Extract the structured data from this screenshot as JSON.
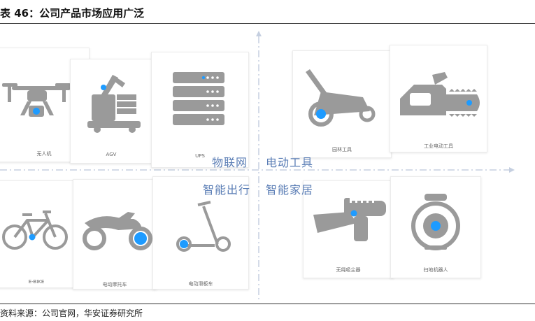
{
  "header": {
    "title": "表 46：公司产品市场应用广泛"
  },
  "quadrants": {
    "iot": "物联网",
    "power_tools": "电动工具",
    "mobility": "智能出行",
    "home": "智能家居"
  },
  "products": {
    "drone": "无人机",
    "agv": "AGV",
    "ups": "UPS",
    "lawn_mower": "园林工具",
    "chainsaw": "工业电动工具",
    "ebike": "E-BIKE",
    "motorcycle": "电动摩托车",
    "scooter": "电动滑板车",
    "vacuum": "无绳吸尘器",
    "robot_vacuum": "扫地机器人"
  },
  "footer": {
    "source": "资料来源：公司官网，华安证券研究所"
  },
  "colors": {
    "accent": "#1e9bff",
    "icon_gray": "#9a9a9a",
    "axis": "#c5cfe0",
    "label": "#5a7db5"
  },
  "icons": {
    "drone": "drone-icon",
    "agv": "agv-robot-icon",
    "ups": "server-rack-icon",
    "lawn_mower": "lawn-mower-icon",
    "chainsaw": "chainsaw-icon",
    "ebike": "bicycle-icon",
    "motorcycle": "motorcycle-icon",
    "scooter": "scooter-icon",
    "vacuum": "handheld-vacuum-icon",
    "robot_vacuum": "robot-vacuum-icon"
  }
}
